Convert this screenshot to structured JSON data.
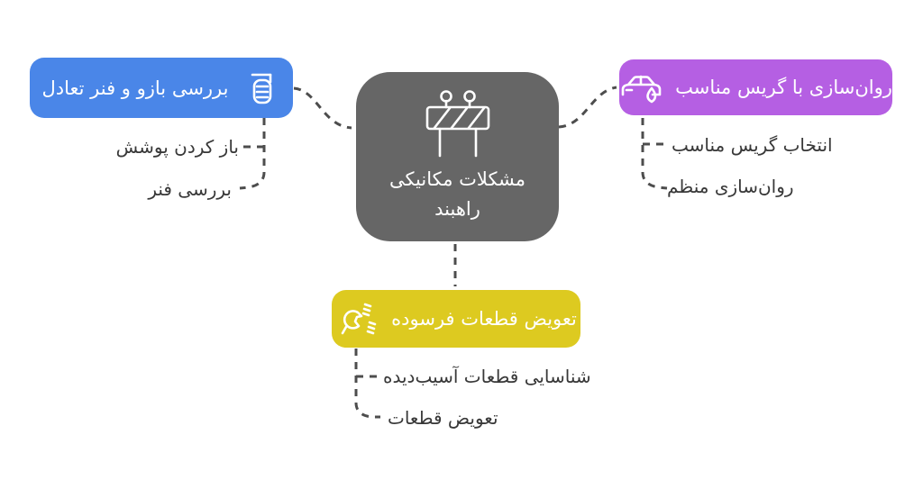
{
  "colors": {
    "node-gray": "#666666",
    "branch-blue": "#4a86e8",
    "branch-purple": "#b55fe3",
    "branch-yellow": "#ddca20",
    "connector": "#4d4d4d",
    "subtext": "#383838",
    "box-text": "#ffffff"
  },
  "center": {
    "icon": "barrier-icon",
    "line1": "مشکلات مکانیکی",
    "line2": "راهبند"
  },
  "branches": [
    {
      "label": "بررسی بازو و فنر تعادل",
      "icon": "hand-grip-icon",
      "children": [
        "باز کردن پوشش",
        "بررسی فنر"
      ]
    },
    {
      "label": "روان‌سازی با گریس مناسب",
      "icon": "car-oil-icon",
      "children": [
        "انتخاب گریس مناسب",
        "روان‌سازی منظم"
      ]
    },
    {
      "label": "تعویض قطعات فرسوده",
      "icon": "wrench-screws-icon",
      "children": [
        "شناسایی قطعات آسیب‌دیده",
        "تعویض قطعات"
      ]
    }
  ]
}
